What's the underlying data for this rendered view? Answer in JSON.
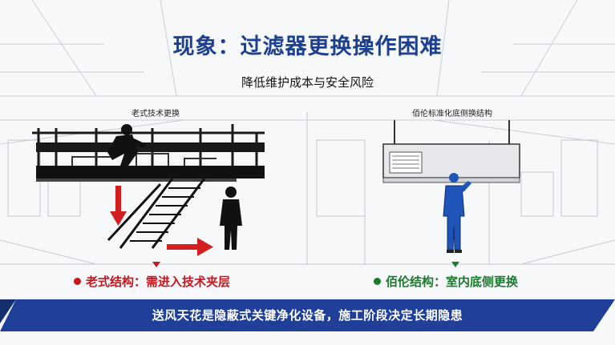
{
  "title": "现象：过滤器更换操作困难",
  "subtitle": "降低维护成本与安全风险",
  "left_panel": {
    "caption": "老式技术更换",
    "label": "老式结构：需进入技术夹层"
  },
  "right_panel": {
    "caption": "佰伦标准化底侧换结构",
    "label": "佰伦结构：室内底侧更换"
  },
  "banner": {
    "text": "送风天花是隐蔽式关键净化设备，施工阶段决定长期隐患"
  },
  "colors": {
    "title": "#1d3f8f",
    "banner": "#1f3f99",
    "warn_red": "#c7161c",
    "ok_green": "#1b7a2c",
    "worker_blue": "#1f55b8"
  }
}
